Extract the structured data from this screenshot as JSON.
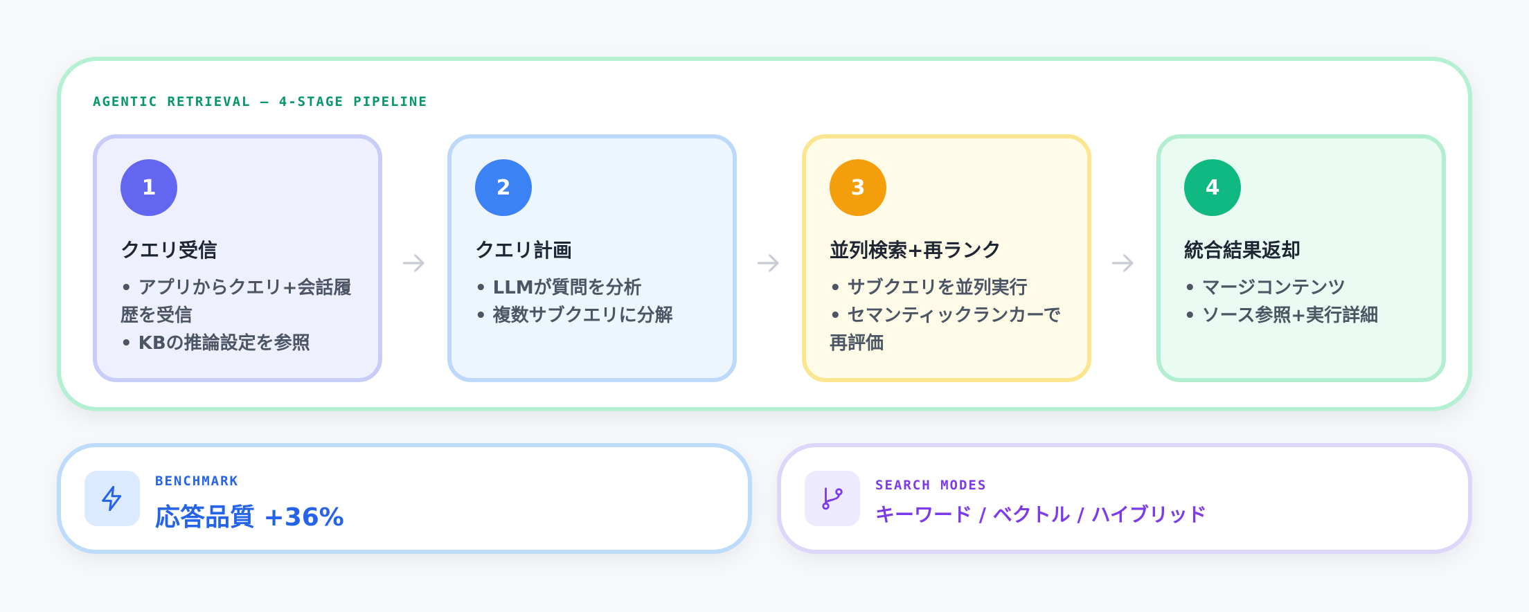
{
  "pipeline": {
    "title": "AGENTIC RETRIEVAL — 4-STAGE PIPELINE",
    "accent": "#059669",
    "stages": [
      {
        "number": "1",
        "title": "クエリ受信",
        "bullets": [
          "アプリからクエリ+会話履歴を受信",
          "KBの推論設定を参照"
        ],
        "badge_color": "#6366f1",
        "bg_color": "#eef0ff",
        "border_color": "#c7ccf8"
      },
      {
        "number": "2",
        "title": "クエリ計画",
        "bullets": [
          "LLMが質問を分析",
          "複数サブクエリに分解"
        ],
        "badge_color": "#3b82f6",
        "bg_color": "#edf5ff",
        "border_color": "#bcd8fb"
      },
      {
        "number": "3",
        "title": "並列検索+再ランク",
        "bullets": [
          "サブクエリを並列実行",
          "セマンティックランカーで再評価"
        ],
        "badge_color": "#f59e0b",
        "bg_color": "#fffbe9",
        "border_color": "#fce590"
      },
      {
        "number": "4",
        "title": "統合結果返却",
        "bullets": [
          "マージコンテンツ",
          "ソース参照+実行詳細"
        ],
        "badge_color": "#10b981",
        "bg_color": "#e9fbf2",
        "border_color": "#b2efd0"
      }
    ],
    "arrow_icon": "arrow-right-icon"
  },
  "benchmark": {
    "label": "BENCHMARK",
    "value": "応答品質 +36%",
    "icon": "lightning-bolt-icon",
    "color": "#2563eb"
  },
  "search_modes": {
    "label": "SEARCH MODES",
    "value": "キーワード / ベクトル / ハイブリッド",
    "icon": "git-branch-icon",
    "color": "#7c3aed"
  }
}
